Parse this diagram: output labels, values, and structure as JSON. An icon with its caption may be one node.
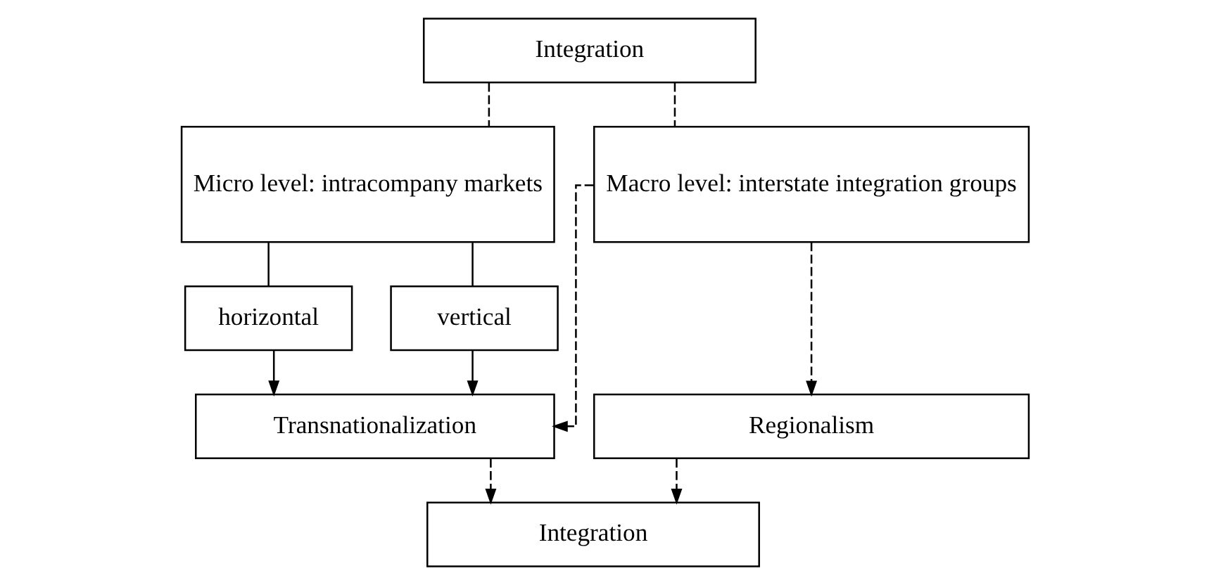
{
  "diagram": {
    "nodes": [
      {
        "text": [
          "Integration"
        ]
      },
      {
        "text": [
          "Micro level: intracompany markets"
        ]
      },
      {
        "text": [
          "Macro level: interstate integration groups"
        ]
      },
      {
        "text": [
          "horizontal"
        ]
      },
      {
        "text": [
          "vertical"
        ]
      },
      {
        "text": [
          "Transnationalization"
        ]
      },
      {
        "text": [
          "Regionalism"
        ]
      },
      {
        "text": [
          "Integration"
        ]
      }
    ],
    "edges": [
      {
        "from": 0,
        "to": 1,
        "arrow": "none",
        "style": "dashed"
      },
      {
        "from": 0,
        "to": 2,
        "arrow": "none",
        "style": "dashed"
      },
      {
        "from": 1,
        "to": 3,
        "arrow": "none"
      },
      {
        "from": 1,
        "to": 4,
        "arrow": "none"
      },
      {
        "from": 3,
        "to": 5,
        "arrow": "to"
      },
      {
        "from": 4,
        "to": 5,
        "arrow": "to"
      },
      {
        "from": 2,
        "to": 5,
        "arrow": "to",
        "style": "dashed"
      },
      {
        "from": 2,
        "to": 6,
        "arrow": "to",
        "style": "dashed"
      },
      {
        "from": 5,
        "to": 7,
        "arrow": "to",
        "style": "dashed"
      },
      {
        "from": 6,
        "to": 7,
        "arrow": "to",
        "style": "dashed"
      }
    ]
  }
}
